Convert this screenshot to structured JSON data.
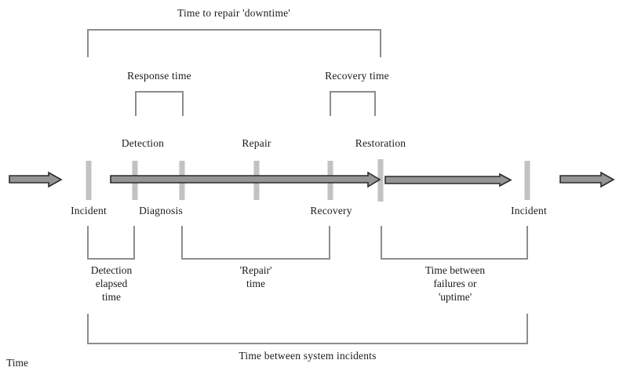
{
  "diagram": {
    "title_bracket_label": "Time to repair 'downtime'",
    "axis_label": "Time",
    "upper_brackets": [
      {
        "label": "Response time"
      },
      {
        "label": "Recovery time"
      }
    ],
    "timeline_above_labels": [
      {
        "label": "Detection"
      },
      {
        "label": "Repair"
      },
      {
        "label": "Restoration"
      }
    ],
    "timeline_below_labels": [
      {
        "label": "Incident"
      },
      {
        "label": "Diagnosis"
      },
      {
        "label": "Recovery"
      },
      {
        "label": "Incident"
      }
    ],
    "lower_brackets": [
      {
        "line1": "Detection",
        "line2": "elapsed",
        "line3": "time"
      },
      {
        "line1": "'Repair'",
        "line2": "time",
        "line3": ""
      },
      {
        "line1": "Time between",
        "line2": "failures or",
        "line3": "'uptime'"
      }
    ],
    "bottom_bracket_label": "Time between system incidents",
    "colors": {
      "bracket_line": "#8d8d8d",
      "tick_mark": "#c2c2c2",
      "arrow_fill": "#949494",
      "arrow_stroke": "#2b2b2b",
      "text": "#1b1b1b",
      "background": "#ffffff"
    }
  }
}
